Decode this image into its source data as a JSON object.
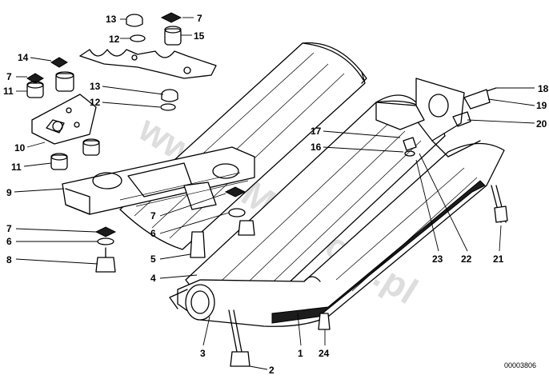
{
  "diagram": {
    "watermark": "www.BMWstore.pl",
    "reference_number": "00003806",
    "callouts": [
      {
        "id": "c13a",
        "label": "13"
      },
      {
        "id": "c7a",
        "label": "7"
      },
      {
        "id": "c12a",
        "label": "12"
      },
      {
        "id": "c15",
        "label": "15"
      },
      {
        "id": "c14",
        "label": "14"
      },
      {
        "id": "c7b",
        "label": "7"
      },
      {
        "id": "c11a",
        "label": "11"
      },
      {
        "id": "c13b",
        "label": "13"
      },
      {
        "id": "c12b",
        "label": "12"
      },
      {
        "id": "c10",
        "label": "10"
      },
      {
        "id": "c11b",
        "label": "11"
      },
      {
        "id": "c9",
        "label": "9"
      },
      {
        "id": "c7c",
        "label": "7"
      },
      {
        "id": "c6a",
        "label": "6"
      },
      {
        "id": "c8",
        "label": "8"
      },
      {
        "id": "c7d",
        "label": "7"
      },
      {
        "id": "c6b",
        "label": "6"
      },
      {
        "id": "c5",
        "label": "5"
      },
      {
        "id": "c4",
        "label": "4"
      },
      {
        "id": "c3",
        "label": "3"
      },
      {
        "id": "c2",
        "label": "2"
      },
      {
        "id": "c1",
        "label": "1"
      },
      {
        "id": "c24",
        "label": "24"
      },
      {
        "id": "c23",
        "label": "23"
      },
      {
        "id": "c22",
        "label": "22"
      },
      {
        "id": "c21",
        "label": "21"
      },
      {
        "id": "c17",
        "label": "17"
      },
      {
        "id": "c16",
        "label": "16"
      },
      {
        "id": "c18",
        "label": "18"
      },
      {
        "id": "c19",
        "label": "19"
      },
      {
        "id": "c20",
        "label": "20"
      }
    ]
  }
}
